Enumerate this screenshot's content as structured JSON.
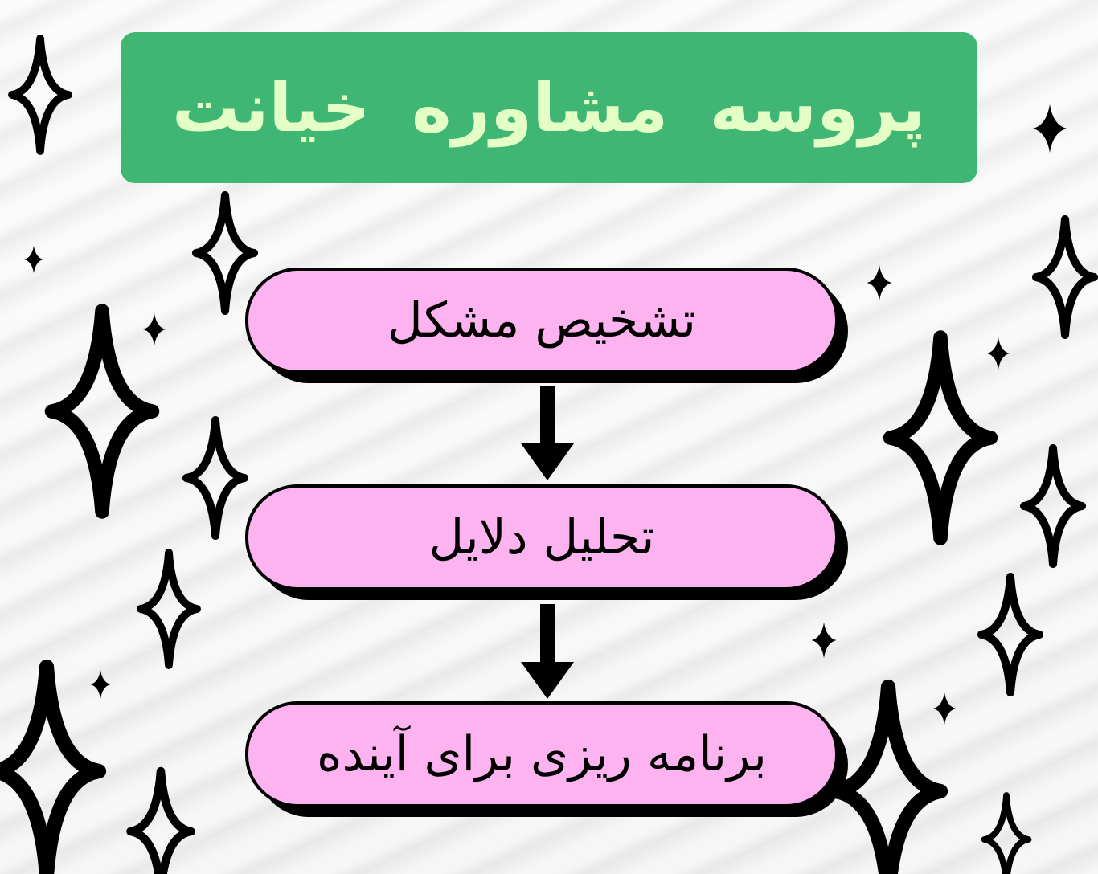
{
  "title": "پروسه  مشاوره  خیانت",
  "steps": [
    {
      "label": "تشخیص مشکل"
    },
    {
      "label": "تحلیل دلایل"
    },
    {
      "label": "برنامه ریزی برای آینده"
    }
  ],
  "colors": {
    "title_bg": "#3fb673",
    "title_text": "#e4ffc6",
    "step_fill": "#fdb3ef",
    "outline": "#000000",
    "background": "#f1f1f1"
  },
  "icons": [
    "sparkle-icon",
    "down-arrow-icon"
  ]
}
